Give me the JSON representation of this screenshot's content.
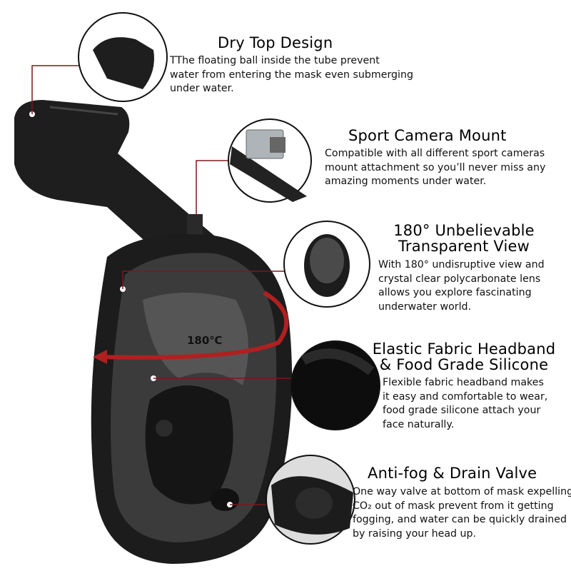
{
  "colors": {
    "connector": "#7a1a1a",
    "mask": "#1c1c1c",
    "lens": "#3a3a3a",
    "arrow": "#b02020"
  },
  "rotation_label": "180℃",
  "features": [
    {
      "title": "Dry Top Design",
      "icon": "snorkel-dry-top-closeup",
      "lines": [
        "TThe floating ball inside the tube prevent",
        "water from entering the mask even submerging",
        "under water."
      ]
    },
    {
      "title": "Sport Camera Mount",
      "icon": "action-camera-mount-closeup",
      "lines": [
        "Compatible with all different sport cameras",
        "mount attachment so you’ll never miss any",
        "amazing moments under water."
      ]
    },
    {
      "title_lines": [
        "180° Unbelievable",
        "Transparent View"
      ],
      "icon": "full-face-mask-front",
      "lines": [
        "With 180° undisruptive view and",
        "crystal clear polycarbonate lens",
        "allows you explore fascinating",
        "underwater world."
      ]
    },
    {
      "title_lines": [
        "Elastic Fabric Headband",
        "& Food Grade Silicone"
      ],
      "icon": "headband-fabric-closeup",
      "lines": [
        "Flexible fabric headband makes",
        "it easy and comfortable to wear,",
        "food grade silicone attach your",
        "face naturally."
      ]
    },
    {
      "title": "Anti-fog & Drain Valve",
      "icon": "drain-valve-closeup",
      "lines": [
        "One way valve at bottom of mask expelling",
        "CO₂ out of mask prevent from it getting",
        "fogging, and water can be quickly drained",
        "by raising your head up."
      ]
    }
  ]
}
